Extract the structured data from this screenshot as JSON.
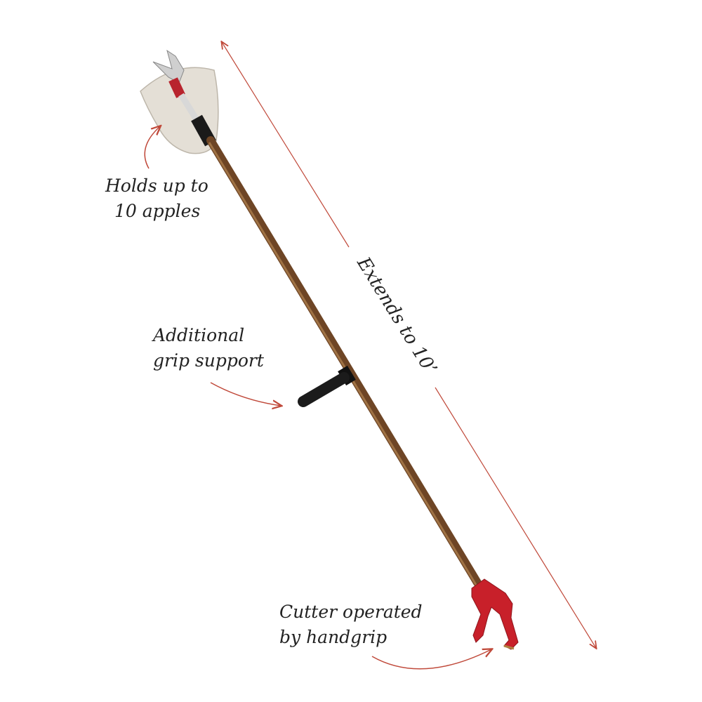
{
  "annotations": {
    "bag": {
      "line1": "Holds up to",
      "line2": "10 apples"
    },
    "grip": {
      "line1": "Additional",
      "line2": "grip support"
    },
    "length": "Extends to 10’",
    "cutter": {
      "line1": "Cutter operated",
      "line2": "by handgrip"
    }
  },
  "colors": {
    "arrow": "#c0493a",
    "pole": "#7a4f2c",
    "handle": "#c8202a",
    "bag": "#e4dfd6"
  }
}
